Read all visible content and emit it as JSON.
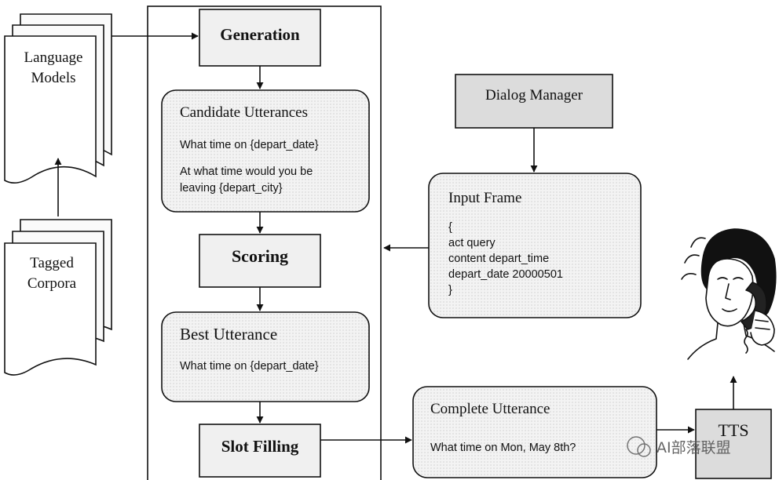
{
  "nodes": {
    "language_models": {
      "line1": "Language",
      "line2": "Models"
    },
    "tagged_corpora": {
      "line1": "Tagged",
      "line2": "Corpora"
    },
    "generation": {
      "label": "Generation"
    },
    "candidate_utterances": {
      "title": "Candidate Utterances",
      "line1": "What time on {depart_date}",
      "line2": "At what time would you be",
      "line3": "leaving {depart_city}"
    },
    "scoring": {
      "label": "Scoring"
    },
    "best_utterance": {
      "title": "Best Utterance",
      "line1": "What time on {depart_date}"
    },
    "slot_filling": {
      "label": "Slot Filling"
    },
    "dialog_manager": {
      "label": "Dialog Manager"
    },
    "input_frame": {
      "title": "Input Frame",
      "line1": "{",
      "line2": "act query",
      "line3": "content depart_time",
      "line4": "depart_date 20000501",
      "line5": "}"
    },
    "complete_utterance": {
      "title": "Complete Utterance",
      "line1": "What time on Mon, May 8th?"
    },
    "tts": {
      "label": "TTS"
    }
  },
  "illustration": {
    "name": "woman-on-telephone"
  },
  "watermark": {
    "text": "AI部落联盟"
  },
  "colors": {
    "box_fill": "#f1f1f1",
    "dark_fill": "#dcdcdc",
    "line": "#111111"
  }
}
